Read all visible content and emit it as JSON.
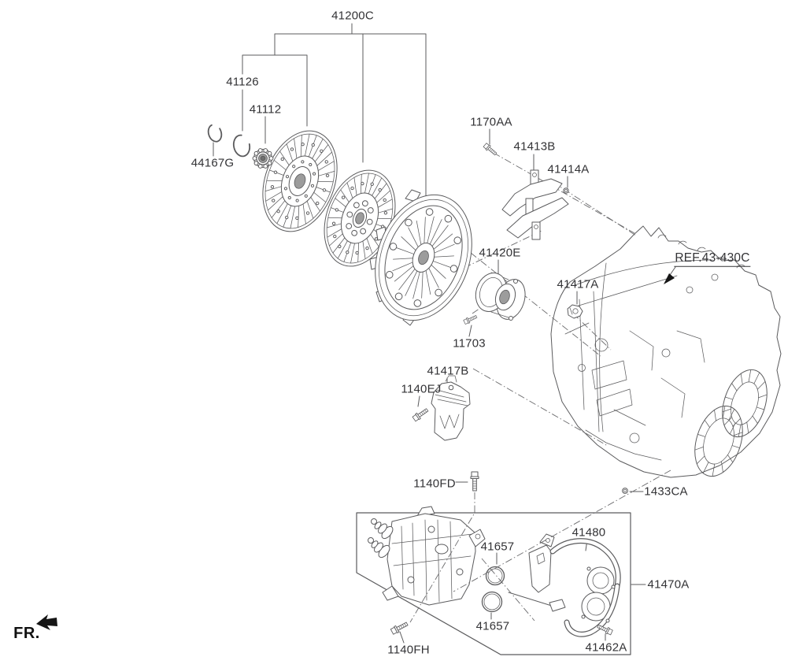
{
  "colors": {
    "background": "#ffffff",
    "drawing_line": "#5b5b5d",
    "axis_dash_line": "#6b6b6d",
    "label_text": "#333336",
    "fr_marker": "#101010"
  },
  "icons": {
    "fr_direction_arrow": "southwest-filled-arrow"
  },
  "diagram": {
    "ref_callout": "REF.43-430C",
    "front_marker": "FR.",
    "part_labels": [
      {
        "code": "41200C"
      },
      {
        "code": "41126"
      },
      {
        "code": "41112"
      },
      {
        "code": "44167G"
      },
      {
        "code": "1170AA"
      },
      {
        "code": "41413B"
      },
      {
        "code": "41414A"
      },
      {
        "code": "41420E"
      },
      {
        "code": "41417A"
      },
      {
        "code": "11703"
      },
      {
        "code": "41417B"
      },
      {
        "code": "1140EJ"
      },
      {
        "code": "1140FD"
      },
      {
        "code": "1433CA"
      },
      {
        "code": "41480"
      },
      {
        "code": "41657"
      },
      {
        "code": "41470A"
      },
      {
        "code": "41657"
      },
      {
        "code": "41462A"
      },
      {
        "code": "1140FH"
      }
    ]
  }
}
